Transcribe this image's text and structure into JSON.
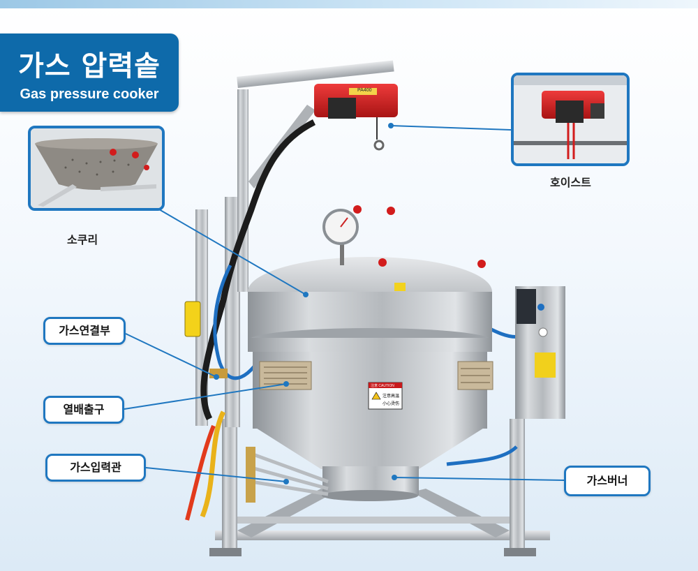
{
  "title": {
    "korean": "가스 압력솥",
    "english": "Gas pressure cooker"
  },
  "insets": {
    "sokuri": {
      "caption": "소쿠리"
    },
    "hoist": {
      "caption": "호이스트"
    }
  },
  "callouts": {
    "gas_connection": "가스연결부",
    "heat_exhaust": "열배출구",
    "gas_inlet_pipe": "가스입력관",
    "gas_burner": "가스버너"
  },
  "machine_labels": {
    "hoist_model": "PA400",
    "caution_header": "注意 CAUTION",
    "caution_line1": "注意高温",
    "caution_line2": "小心烫伤"
  },
  "colors": {
    "accent_blue": "#1f77c0",
    "title_bg": "#0e6aaa",
    "hoist_red": "#d42020",
    "steel": "#b8bcc0"
  }
}
